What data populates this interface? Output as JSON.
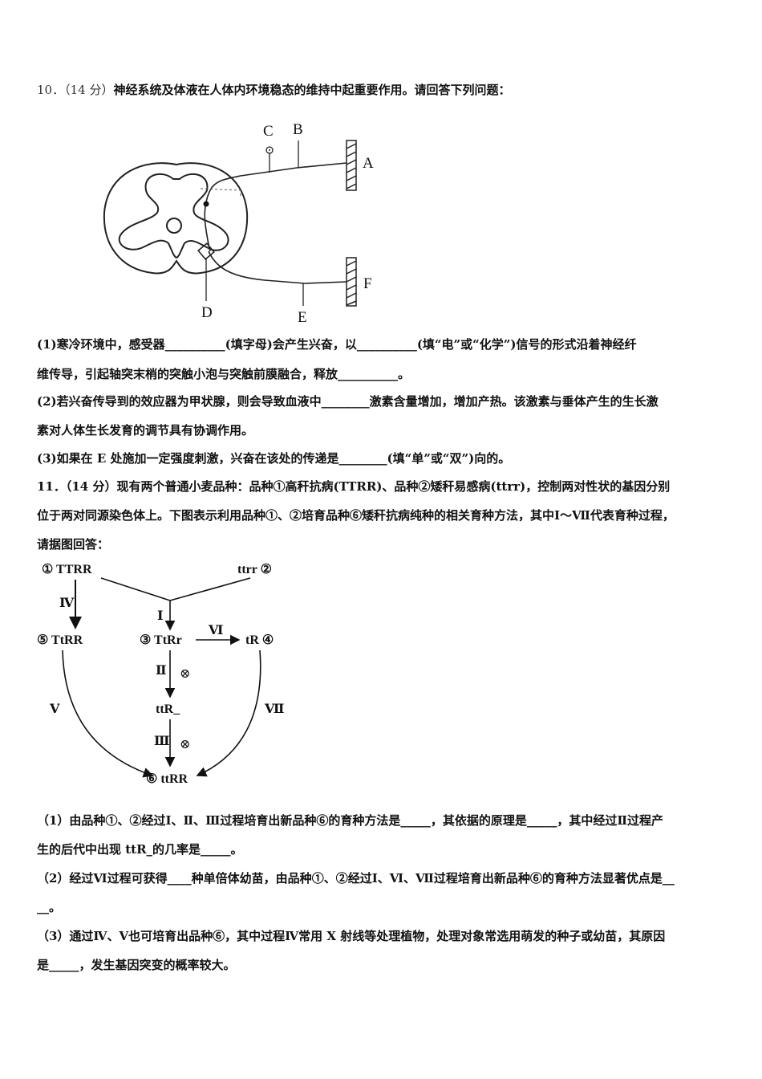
{
  "q10": {
    "stem_num": "10．（14 分）",
    "stem_text": "神经系统及体液在人体内环境稳态的维持中起重要作用。请回答下列问题：",
    "fig_labels": {
      "C": "C",
      "B": "B",
      "A": "A",
      "D": "D",
      "E": "E",
      "F": "F"
    },
    "p1_line1": "(1)寒冷环境中，感受器__________(填字母)会产生兴奋，以__________(填“电”或“化学”)信号的形式沿着神经纤",
    "p1_line2": "维传导，引起轴突末梢的突触小泡与突触前膜融合，释放__________。",
    "p2_line1": "(2)若兴奋传导到的效应器为甲状腺，则会导致血液中________激素含量增加，增加产热。该激素与垂体产生的生长激",
    "p2_line2": "素对人体生长发育的调节具有协调作用。",
    "p3_line1": "(3)如果在 E 处施加一定强度刺激，兴奋在该处的传递是________(填“单”或“双”)向的。"
  },
  "q11": {
    "stem_line1": "11．（14 分）现有两个普通小麦品种：品种①高秆抗病(TTRR)、品种②矮秆易感病(ttrr)，控制两对性状的基因分别",
    "stem_line2": "位于两对同源染色体上。下图表示利用品种①、②培育品种⑥矮秆抗病纯种的相关育种方法，其中Ⅰ～Ⅶ代表育种过程，",
    "stem_line3": "请据图回答：",
    "diagram": {
      "n1": "① TTRR",
      "n2": "ttrr ②",
      "n5": "⑤ TtRR",
      "n3": "③ TtRr",
      "n4": "tR ④",
      "ntt": "ttR_",
      "n6": "⑥ ttRR",
      "lI": "Ⅰ",
      "lII": "Ⅱ",
      "lIII": "Ⅲ",
      "lIV": "Ⅳ",
      "lV": "Ⅴ",
      "lVI": "Ⅵ",
      "lVII": "Ⅶ",
      "self1": "⊗",
      "self2": "⊗"
    },
    "a1_line1": "（1）由品种①、②经过Ⅰ、Ⅱ、Ⅲ过程培育出新品种⑥的育种方法是_____，其依据的原理是_____，其中经过Ⅱ过程产",
    "a1_line2": "生的后代中出现 ttR_的几率是_____。",
    "a2_line1": "（2）经过Ⅵ过程可获得____种单倍体幼苗，由品种①、②经过Ⅰ、Ⅵ、Ⅶ过程培育出新品种⑥的育种方法显著优点是__",
    "a2_line2": "__。",
    "a3_line1": "（3）通过Ⅳ、Ⅴ也可培育出品种⑥，其中过程Ⅳ常用 X 射线等处理植物，处理对象常选用萌发的种子或幼苗，其原因",
    "a3_line2": "是_____，发生基因突变的概率较大。"
  }
}
